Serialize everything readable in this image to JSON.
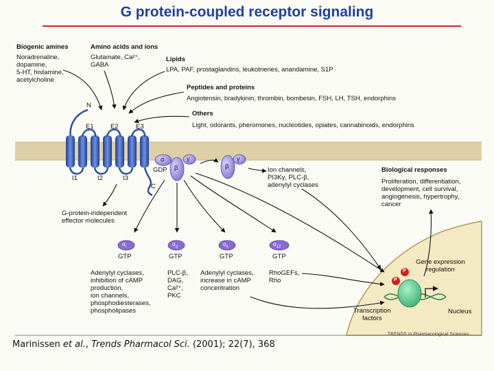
{
  "title": "G protein-coupled receptor signaling",
  "ligands": {
    "biogenic_amines": {
      "heading": "Biogenic amines",
      "items": "Noradrenaline,\ndopamine,\n5-HT, histamine,\nacetylcholine"
    },
    "amino_acids": {
      "heading": "Amino acids and ions",
      "items": "Glutamate, Ca²⁺,\nGABA"
    },
    "lipids": {
      "heading": "Lipids",
      "items": "LPA, PAF, prostaglandins, leukotrienes, anandamine, S1P"
    },
    "peptides": {
      "heading": "Peptides and proteins",
      "items": "Angiotensin, bradykinin, thrombin, bombesin, FSH, LH, TSH, endorphins"
    },
    "others": {
      "heading": "Others",
      "items": "Light, odorants, pheromones, nucleotides, opiates, cannabinoids, endorphins"
    }
  },
  "receptor": {
    "n_term": "N",
    "c_term": "C",
    "extracellular_loops": [
      "E1",
      "E2",
      "E3"
    ],
    "intracellular_loops": [
      "I1",
      "I2",
      "I3"
    ]
  },
  "g_protein": {
    "alpha": "α",
    "beta": "β",
    "gamma": "γ",
    "gdp": "GDP"
  },
  "beta_gamma_effectors": "Ion channels,\nPI3Kγ, PLC-β,\nadenylyl cyclases",
  "g_independent": "G-protein-independent\neffector molecules",
  "alpha_subunits": [
    {
      "symbol": "α",
      "sub": "i",
      "gtp": "GTP",
      "effectors": "Adenylyl cyclases,\ninhibition of cAMP\nproduction,\nion channels,\nphosphodiesterases,\nphospholipases"
    },
    {
      "symbol": "α",
      "sub": "q",
      "gtp": "GTP",
      "effectors": "PLC-β,\nDAG,\nCa²⁺,\nPKC"
    },
    {
      "symbol": "α",
      "sub": "s",
      "gtp": "GTP",
      "effectors": "Adenylyl cyclases,\nincrease in cAMP\nconcentration"
    },
    {
      "symbol": "α",
      "sub": "12",
      "gtp": "GTP",
      "effectors": "RhoGEFs,\nRho"
    }
  ],
  "biological_responses": {
    "heading": "Biological responses",
    "items": "Proliferation, differentiation,\ndevelopment, cell survival,\nangiogenesis, hypertrophy,\ncancer"
  },
  "nucleus": {
    "gene_expression": "Gene expression\nregulation",
    "transcription_factors": "Transcription\nfactors",
    "label": "Nucleus",
    "phospho": "P"
  },
  "source_line": "TRENDS in Pharmacological Sciences",
  "citation": {
    "authors": "Marinissen ",
    "etal": "et al.",
    "journal": "Trends Pharmacol Sci.",
    "details": " (2001); 22(7), 368"
  },
  "colors": {
    "title": "#1f3fa3",
    "membrane": "#ddd0a6",
    "receptor": "#3a5fb4",
    "gprotein": "#9b8ee0",
    "alpha_badge": "#8a6bd0",
    "nucleus": "#f3e9c2",
    "nucleus_edge": "#b89a5a",
    "underline": "#c22"
  }
}
